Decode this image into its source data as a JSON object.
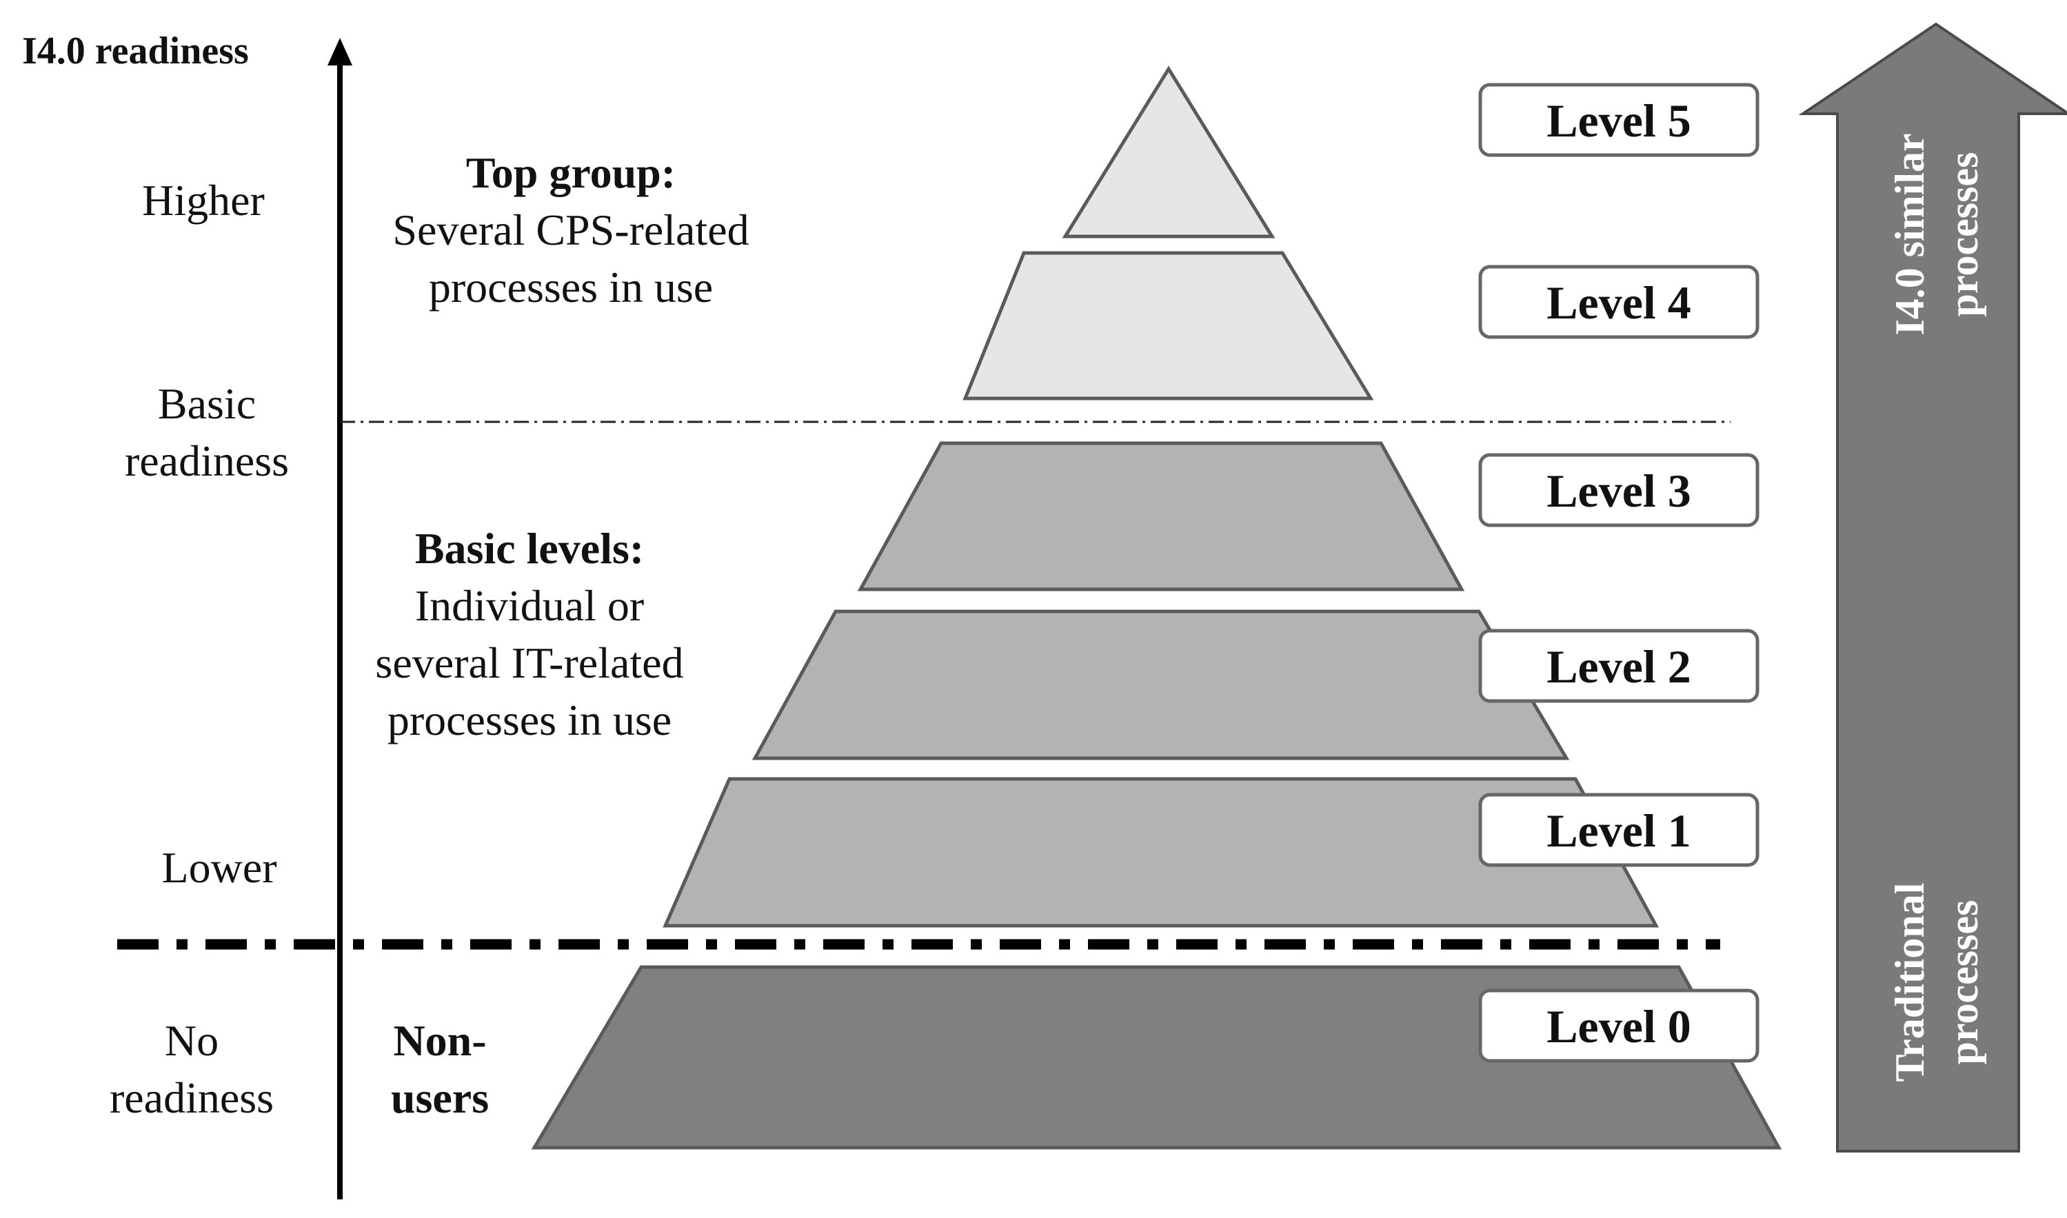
{
  "axis": {
    "title": "I4.0 readiness",
    "labels": {
      "higher": "Higher",
      "basic_line1": "Basic",
      "basic_line2": "readiness",
      "lower": "Lower",
      "no_line1": "No",
      "no_line2": "readiness"
    }
  },
  "groups": {
    "top": {
      "title": "Top group:",
      "lines": [
        "Several CPS-related",
        "processes in use"
      ]
    },
    "basic": {
      "title": "Basic levels:",
      "lines": [
        "Individual or",
        "several IT-related",
        "processes in use"
      ]
    },
    "non_users": {
      "lines": [
        "Non-",
        "users"
      ]
    }
  },
  "levels": [
    {
      "label": "Level 5",
      "fill": "#e6e6e6"
    },
    {
      "label": "Level 4",
      "fill": "#e6e6e6"
    },
    {
      "label": "Level 3",
      "fill": "#b3b3b3"
    },
    {
      "label": "Level 2",
      "fill": "#b3b3b3"
    },
    {
      "label": "Level 1",
      "fill": "#b3b3b3"
    },
    {
      "label": "Level 0",
      "fill": "#808080"
    }
  ],
  "arrow": {
    "top_line1": "I4.0 similar",
    "top_line2": "processes",
    "bottom_line1": "Traditional",
    "bottom_line2": "processes",
    "fill": "#7a7a7a"
  },
  "colors": {
    "outline": "#5a5a5a",
    "axis": "#000000",
    "label_box_border": "#666666"
  }
}
